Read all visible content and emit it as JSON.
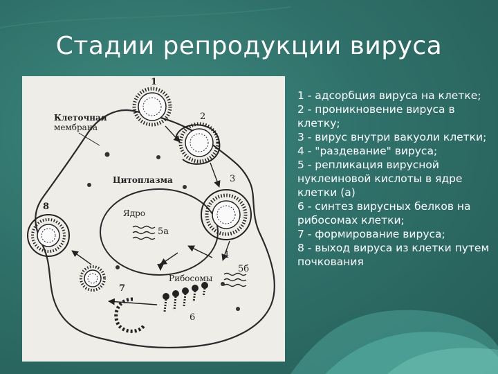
{
  "title": "Стадии репродукции вируса",
  "figure": {
    "labels": {
      "membrane_line1": "Клеточная",
      "membrane_line2": "мембрана",
      "cytoplasm": "Цитоплазма",
      "nucleus": "Ядро",
      "ribosomes": "Рибосомы",
      "n1": "1",
      "n2": "2",
      "n3": "3",
      "n4": "4",
      "n5a": "5а",
      "n5b": "5б",
      "n6": "6",
      "n7": "7",
      "n8": "8"
    }
  },
  "legend": [
    "1 - адсорбция вируса на клетке;",
    "2 - проникновение вируса в клетку;",
    "3 - вирус внутри вакуоли клетки;",
    "4 - \"раздевание\" вируса;",
    "5 - репликация вирусной нуклеиновой кислоты в ядре клетки (а)",
    "6 - синтез вирусных белков на рибосомах клетки;",
    "7 - формирование вируса;",
    "8 - выход вируса из клетки путем почкования"
  ],
  "colors": {
    "background": "#2f6f68",
    "figure_background": "#eeede8",
    "text": "#ffffff"
  }
}
